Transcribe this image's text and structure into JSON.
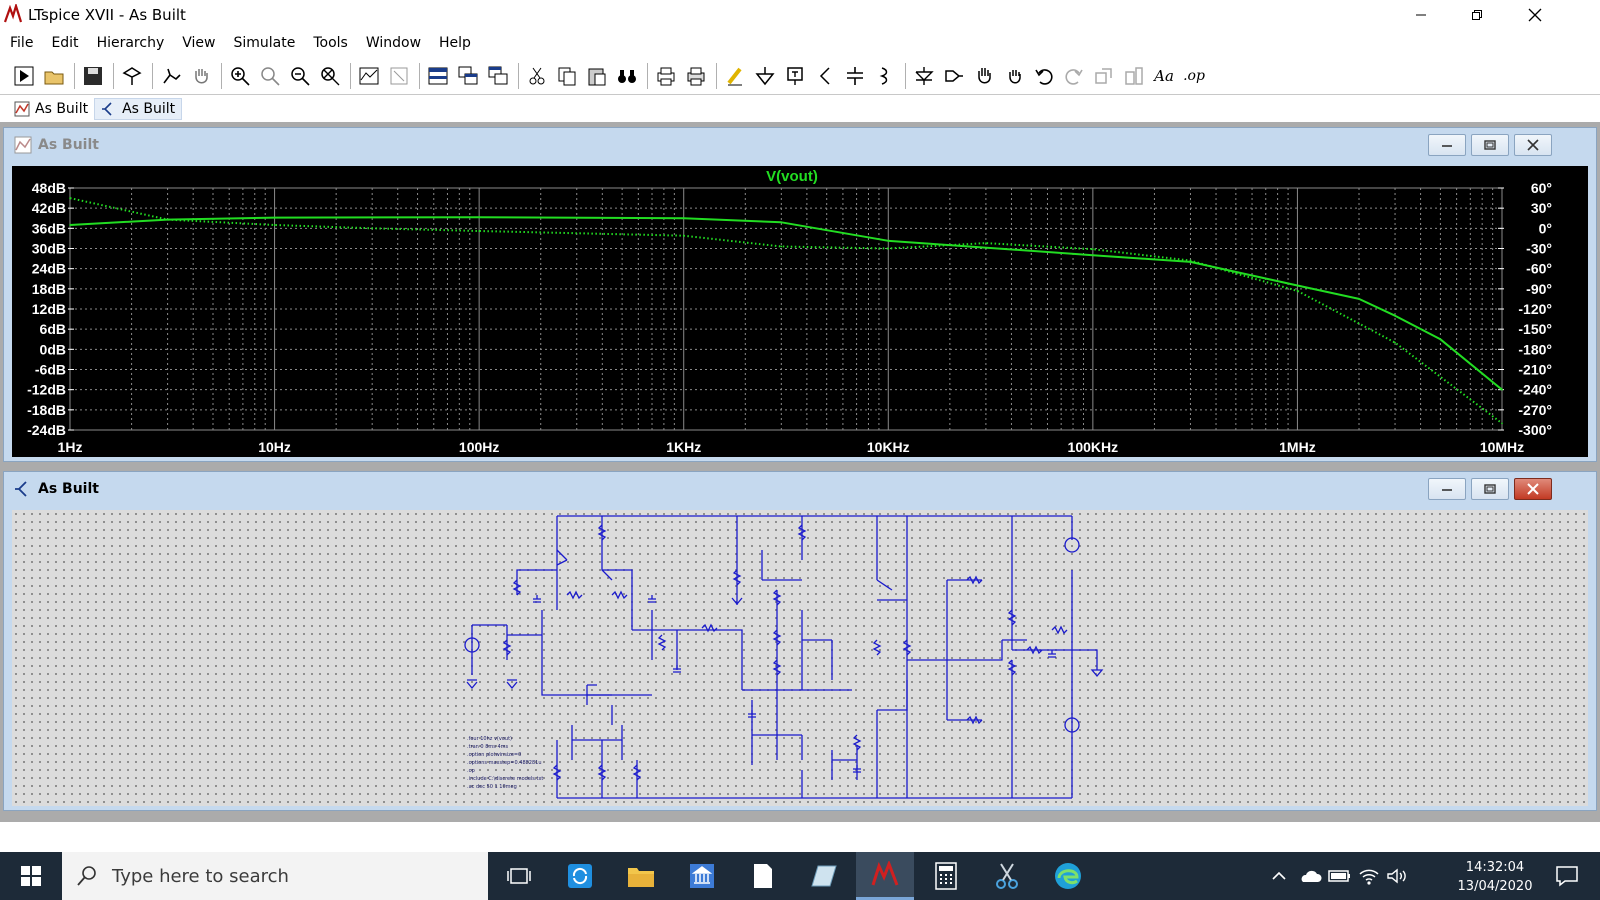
{
  "window": {
    "title": "LTspice XVII - As Built"
  },
  "menu": [
    "File",
    "Edit",
    "Hierarchy",
    "View",
    "Simulate",
    "Tools",
    "Window",
    "Help"
  ],
  "toolbar": {
    "buttons": [
      "run-icon",
      "open-icon",
      "save-icon",
      "control-panel-icon",
      "halt-icon",
      "pan-icon",
      "zoom-in-icon",
      "zoom-full-icon",
      "zoom-out-icon",
      "zoom-cancel-icon",
      "autorange-icon",
      "tile-icon",
      "tile-horizontal-icon",
      "tile-vertical-icon",
      "cascade-icon",
      "cut-icon",
      "copy-icon",
      "paste-icon",
      "find-icon",
      "print-preview-icon",
      "print-icon",
      "draw-wire-icon",
      "ground-icon",
      "label-net-icon",
      "resistor-icon",
      "capacitor-icon",
      "inductor-icon",
      "diode-icon",
      "component-icon",
      "move-icon",
      "drag-icon",
      "undo-icon",
      "redo-icon",
      "rotate-icon",
      "mirror-icon",
      "text-icon",
      "spice-directive-icon"
    ],
    "text_labels": {
      "text": "Aa",
      "op": ".op"
    }
  },
  "tabs": [
    {
      "label": "As Built",
      "icon": "waveform-icon"
    },
    {
      "label": "As Built",
      "icon": "schematic-icon",
      "active": true
    }
  ],
  "plot_window": {
    "title": "As Built"
  },
  "schematic_window": {
    "title": "As Built"
  },
  "taskbar": {
    "search_placeholder": "Type here to search",
    "time": "14:32:04",
    "date": "13/04/2020"
  },
  "chart_data": {
    "type": "line",
    "title": "V(vout)",
    "x_scale": "log",
    "xlim": [
      1,
      10000000
    ],
    "x_tick_labels": [
      "1Hz",
      "10Hz",
      "100Hz",
      "1KHz",
      "10KHz",
      "100KHz",
      "1MHz",
      "10MHz"
    ],
    "x_tick_values": [
      1,
      10,
      100,
      1000,
      10000,
      100000,
      1000000,
      10000000
    ],
    "ylim": [
      -24,
      48
    ],
    "y_tick_labels": [
      "48dB",
      "42dB",
      "36dB",
      "30dB",
      "24dB",
      "18dB",
      "12dB",
      "6dB",
      "0dB",
      "-6dB",
      "-12dB",
      "-18dB",
      "-24dB"
    ],
    "y2lim": [
      -300,
      60
    ],
    "y2_tick_labels": [
      "60°",
      "30°",
      "0°",
      "-30°",
      "-60°",
      "-90°",
      "-120°",
      "-150°",
      "-180°",
      "-210°",
      "-240°",
      "-270°",
      "-300°"
    ],
    "grid": true,
    "series": [
      {
        "name": "V(vout)",
        "style": "solid",
        "axis": "left",
        "x": [
          1,
          3,
          10,
          100,
          1000,
          3000,
          10000,
          100000,
          300000,
          1000000,
          2000000,
          3000000,
          5000000,
          10000000
        ],
        "y": [
          37,
          38.6,
          39.2,
          39.3,
          39,
          37.8,
          32.3,
          28,
          26,
          19,
          15,
          10,
          3,
          -12
        ]
      },
      {
        "name": "V(vout) phase",
        "style": "dotted",
        "axis": "right",
        "x": [
          1,
          3,
          10,
          30,
          100,
          1000,
          3000,
          10000,
          30000,
          100000,
          300000,
          1000000,
          3000000,
          10000000
        ],
        "y": [
          45,
          13,
          5,
          0,
          -4,
          -11,
          -27,
          -30,
          -22,
          -31,
          -48,
          -93,
          -170,
          -290
        ]
      }
    ]
  }
}
